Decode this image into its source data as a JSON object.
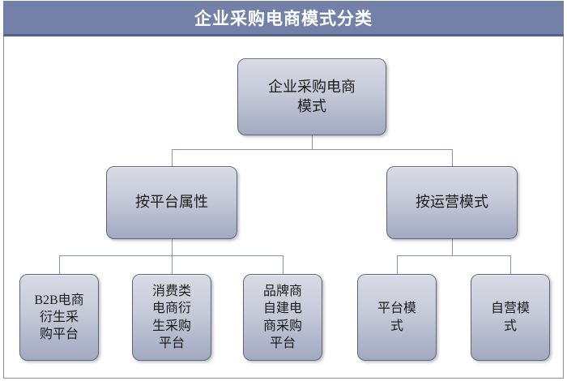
{
  "title": "企业采购电商模式分类",
  "colors": {
    "title_bar": "#7380a7",
    "title_bar_bottom_edge": "#56618d",
    "title_text": "#ffffff",
    "box_gradient_top": "#d8dbe4",
    "box_gradient_bottom": "#a2a9c1",
    "box_border": "#5f6575",
    "connector": "#8a93a8",
    "frame_border": "#8a8f9a",
    "box_text": "#1b1b1b"
  },
  "tree": {
    "root": {
      "label": "企业采购电商\n模式"
    },
    "branches": [
      {
        "label": "按平台属性",
        "children": [
          {
            "label": "B2B电商\n衍生采\n购平台"
          },
          {
            "label": "消费类\n电商衍\n生采购\n平台"
          },
          {
            "label": "品牌商\n自建电\n商采购\n平台"
          }
        ]
      },
      {
        "label": "按运营模式",
        "children": [
          {
            "label": "平台模\n式"
          },
          {
            "label": "自营模\n式"
          }
        ]
      }
    ]
  }
}
